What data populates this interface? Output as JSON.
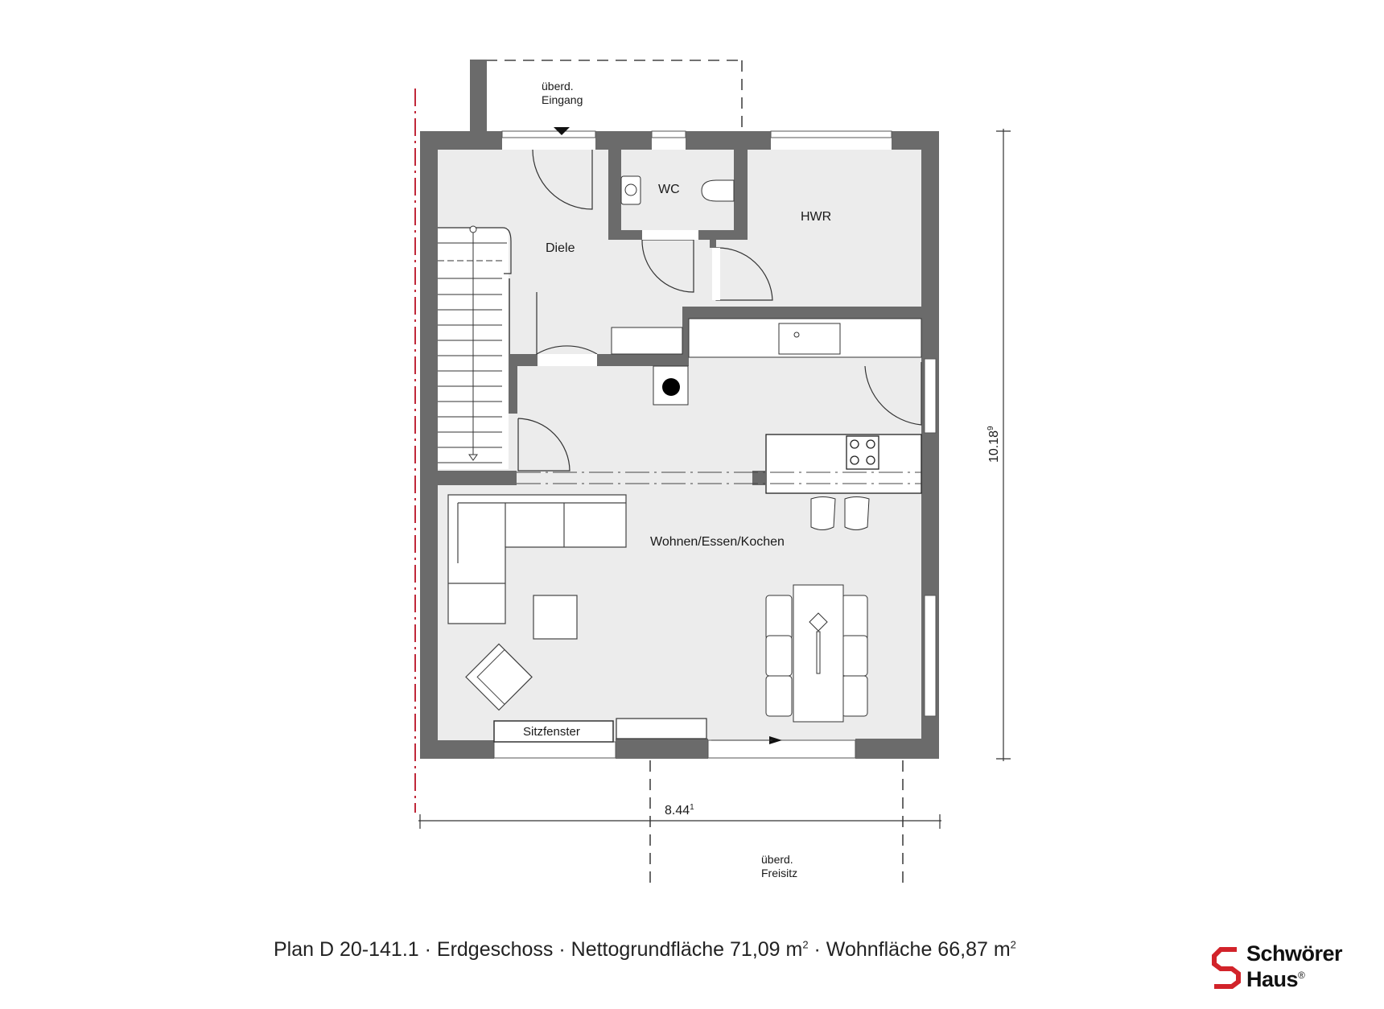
{
  "rooms": {
    "entrance": "überd.\nEingang",
    "entrance_line1": "überd.",
    "entrance_line2": "Eingang",
    "wc": "WC",
    "hwr": "HWR",
    "diele": "Diele",
    "living": "Wohnen/Essen/Kochen",
    "sitzfenster": "Sitzfenster",
    "terrace_line1": "überd.",
    "terrace_line2": "Freisitz"
  },
  "dimensions": {
    "width_value": "8.44",
    "width_sup": "1",
    "height_value": "10.18",
    "height_sup": "9"
  },
  "footer": {
    "plan": "Plan D 20-141.1",
    "floor": "Erdgeschoss",
    "net_area_label": "Nettogrundfläche 71,09 m",
    "living_area_label": "Wohnfläche 66,87 m",
    "separator": " · ",
    "sup": "2"
  },
  "logo": {
    "line1": "Schwörer",
    "line2": "Haus",
    "reg": "®",
    "icon": "schwoerer-s-icon"
  },
  "colors": {
    "wall": "#6b6b6b",
    "floor": "#ececec",
    "furniture": "#ffffff",
    "line": "#333333",
    "property_line": "#c0283a",
    "logo_red": "#d2232a"
  }
}
